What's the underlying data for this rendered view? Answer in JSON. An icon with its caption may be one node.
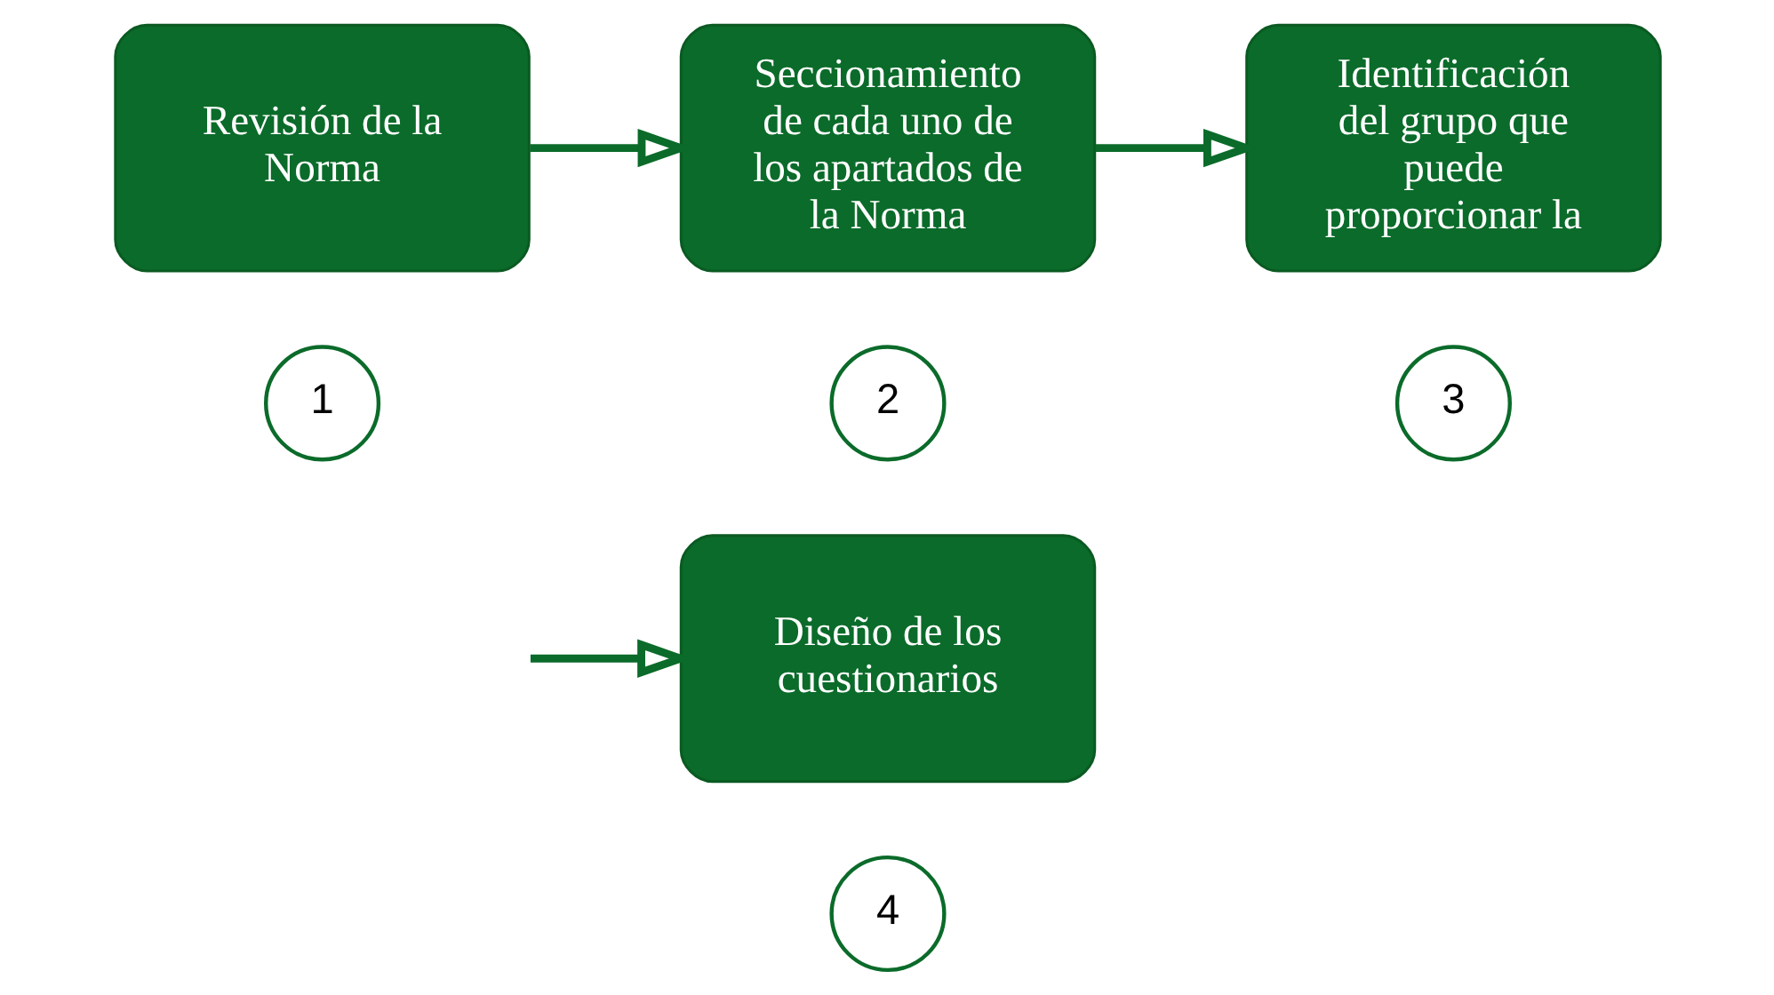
{
  "diagram": {
    "nodes": [
      {
        "text": [
          "Revisión de la Norma"
        ]
      },
      {
        "text": [
          "Seccionamiento de cada uno de los apartados de la Norma"
        ]
      },
      {
        "text": [
          "Identificación del grupo que puede proporcionar la"
        ]
      },
      {
        "text": [
          "1"
        ]
      },
      {
        "text": [
          "2"
        ]
      },
      {
        "text": [
          "3"
        ]
      },
      {
        "text": [
          "Diseño de los cuestionarios"
        ]
      },
      {
        "text": [
          "4"
        ]
      }
    ],
    "edges": [
      {
        "from": 0,
        "to": 1,
        "arrow": "to"
      },
      {
        "from": 1,
        "to": 2,
        "arrow": "to"
      },
      {
        "from": null,
        "to": 6,
        "arrow": "to"
      }
    ]
  }
}
